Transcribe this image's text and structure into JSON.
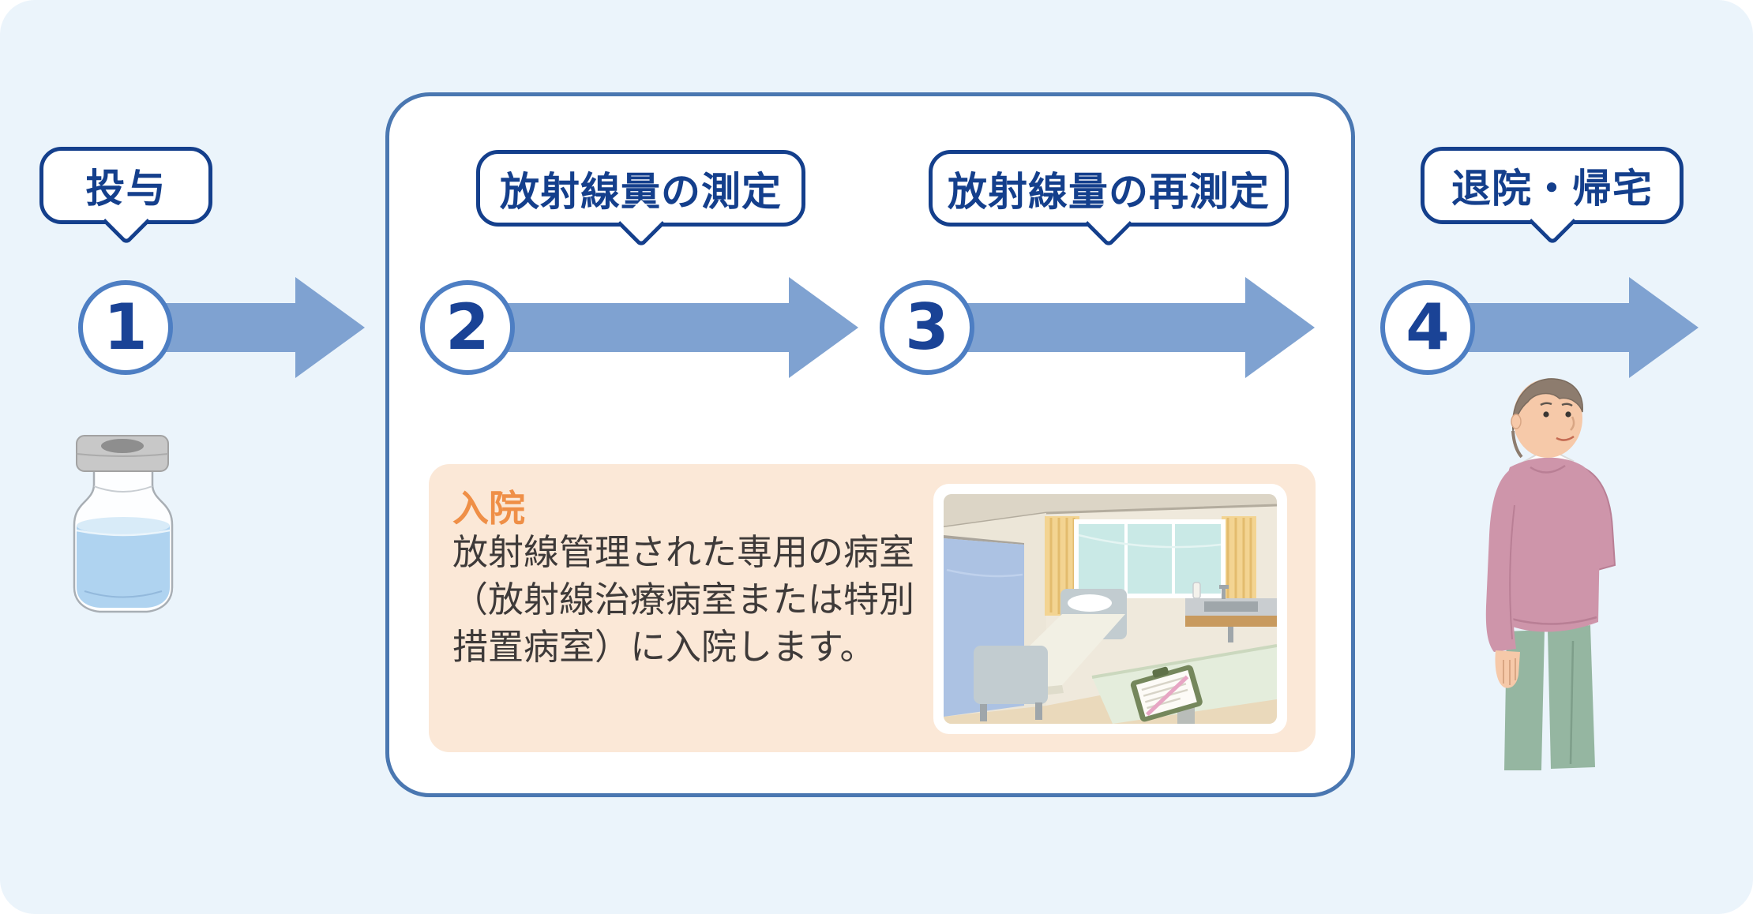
{
  "figure": {
    "type": "process-flow-diagram",
    "language": "ja"
  },
  "steps": [
    {
      "number": "1",
      "label": "投与"
    },
    {
      "number": "2",
      "label": "放射線量の測定"
    },
    {
      "number": "3",
      "label": "放射線量の再測定"
    },
    {
      "number": "4",
      "label": "退院・帰宅"
    }
  ],
  "admission_box": {
    "heading": "入院",
    "lines": [
      "放射線管理された専用の病室",
      "（放射線治療病室または特別",
      "措置病室）に入院します。"
    ]
  },
  "illustrations": {
    "step1": "medicine-vial",
    "step2_3": "hospital-room",
    "step4": "elderly-patient"
  },
  "colors": {
    "background": "#EBF4FB",
    "panel_border": "#4A77B1",
    "bubble_border": "#143F8C",
    "bubble_text": "#143F8C",
    "arrow_fill": "#7FA2D1",
    "circle_border": "#4D7EC3",
    "step_number": "#1A4396",
    "admission_bg": "#FBE8D7",
    "admission_heading": "#EF8F47",
    "admission_text": "#3E3A39"
  }
}
